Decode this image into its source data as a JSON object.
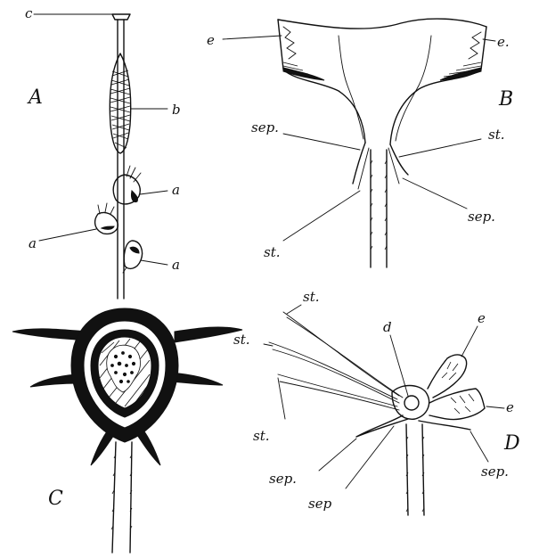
{
  "panels": {
    "A": {
      "title": "A",
      "labels": {
        "c": "c",
        "b": "b",
        "a1": "a",
        "a2": "a",
        "a3": "a"
      }
    },
    "B": {
      "title": "B",
      "labels": {
        "e_left": "e",
        "e_right": "e.",
        "sep_left": "sep.",
        "st_right": "st.",
        "sep_right": "sep.",
        "st_left": "st."
      }
    },
    "C": {
      "title": "C"
    },
    "D": {
      "title": "D",
      "labels": {
        "st_top": "st.",
        "st_mid": "st.",
        "st_low": "st.",
        "d": "d",
        "e_top": "e",
        "e_right": "e",
        "sep_left": "sep.",
        "sep_mid": "sep",
        "sep_right": "sep."
      }
    }
  }
}
